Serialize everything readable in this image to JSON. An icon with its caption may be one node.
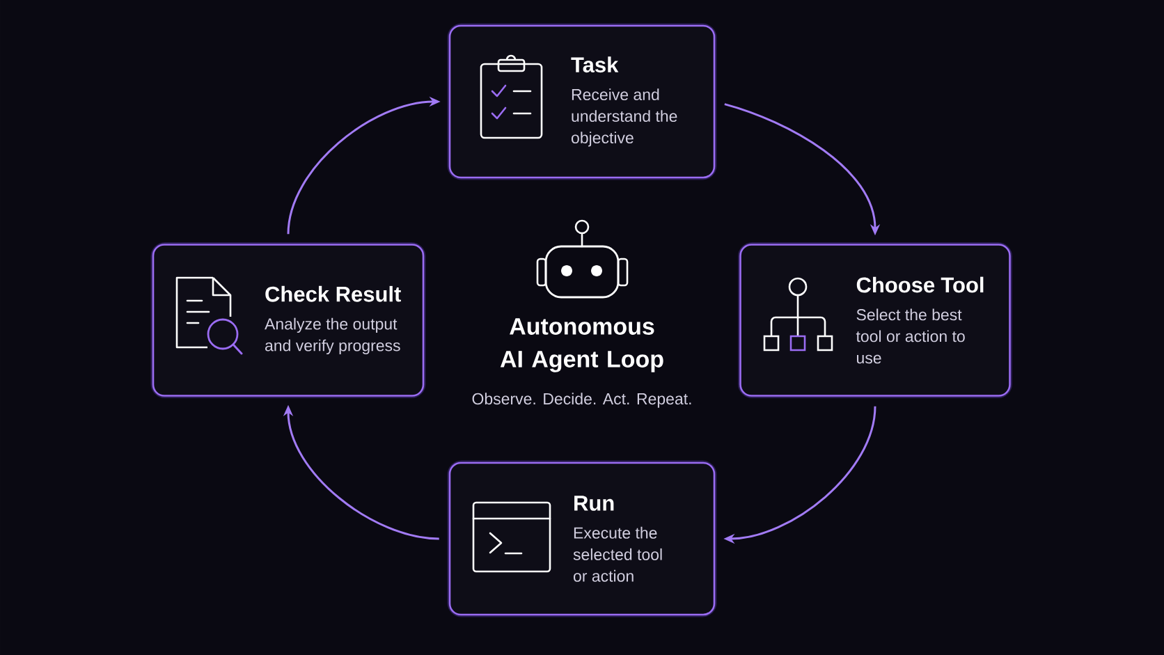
{
  "diagram": {
    "title": "Autonomous AI Agent Loop",
    "nodes": [
      {
        "text": [
          "Task",
          "Receive and understand the objective"
        ]
      },
      {
        "text": [
          "Choose Tool",
          "Select the best tool or action to use"
        ]
      },
      {
        "text": [
          "Run",
          "Execute the selected tool or action"
        ]
      },
      {
        "text": [
          "Check Result",
          "Analyze the output and verify progress"
        ]
      }
    ],
    "edges": [
      {
        "from": 0,
        "to": 1,
        "arrow": "to"
      },
      {
        "from": 1,
        "to": 2,
        "arrow": "to"
      },
      {
        "from": 2,
        "to": 3,
        "arrow": "to"
      },
      {
        "from": 3,
        "to": 0,
        "arrow": "to"
      }
    ],
    "labels": [
      "Observe. Decide. Act. Repeat."
    ]
  }
}
